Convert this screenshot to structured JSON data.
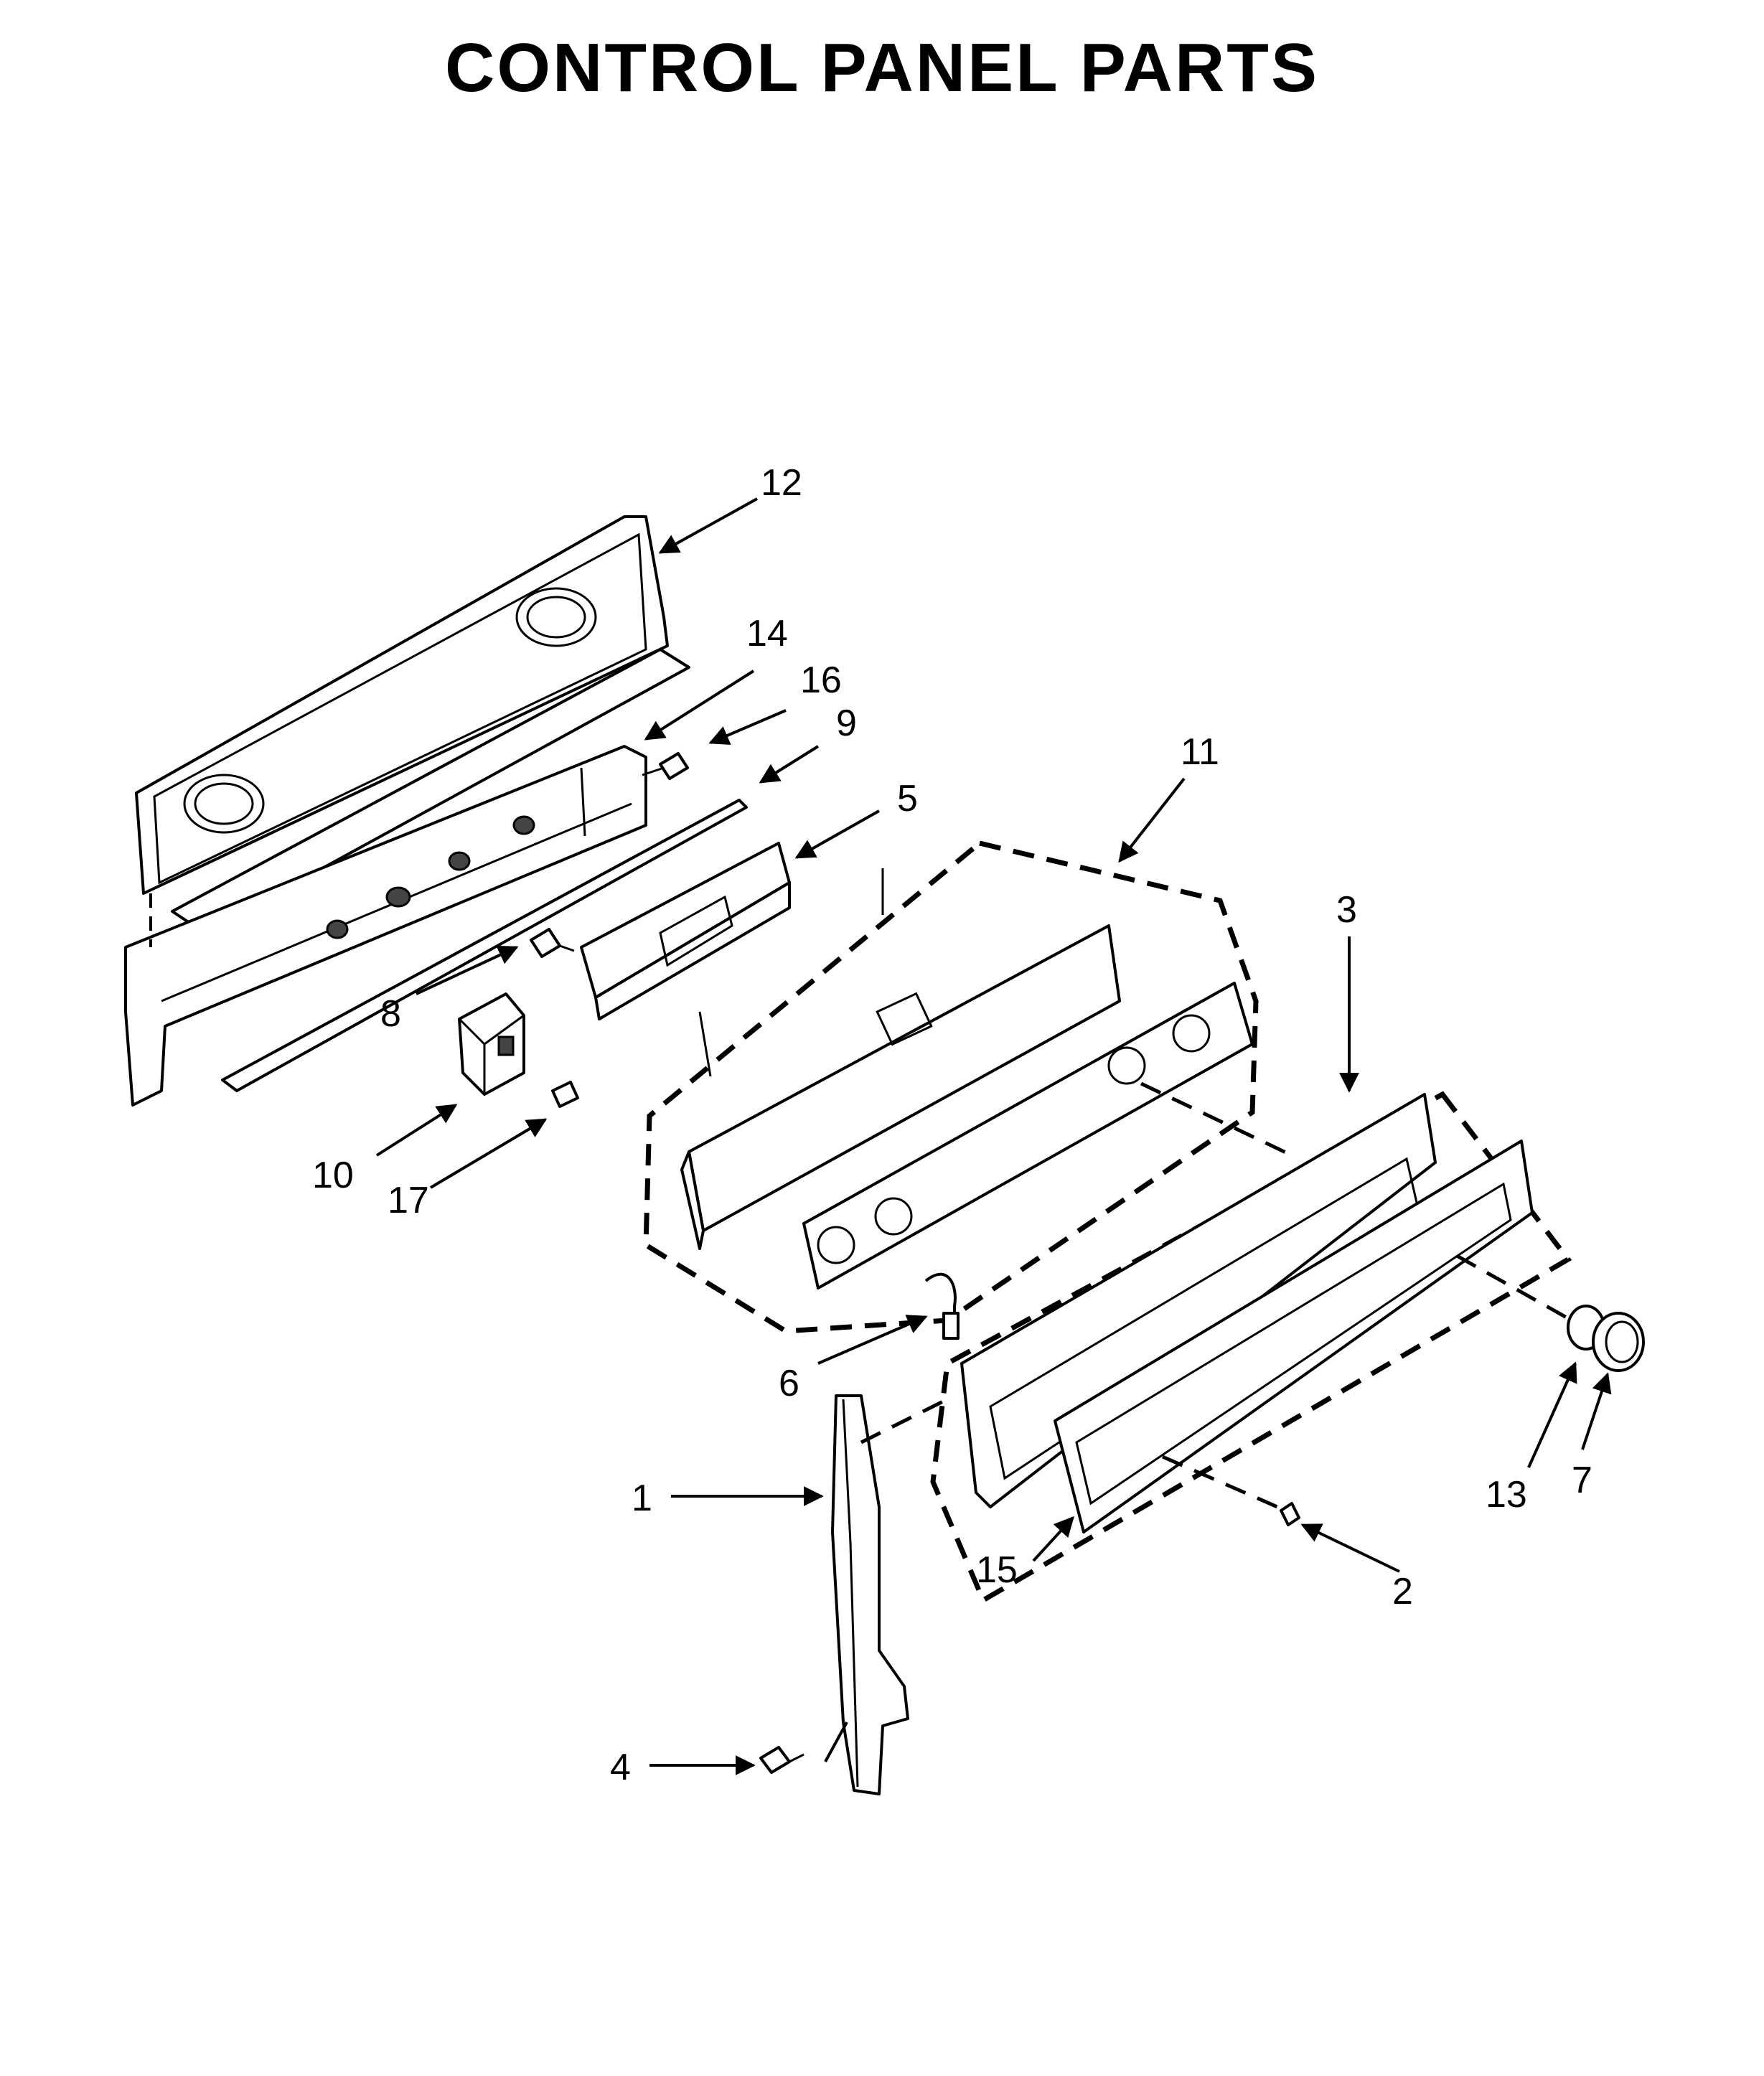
{
  "title": "CONTROL PANEL PARTS",
  "callouts": [
    "1",
    "2",
    "3",
    "4",
    "5",
    "6",
    "7",
    "8",
    "9",
    "10",
    "11",
    "12",
    "13",
    "14",
    "15",
    "16",
    "17"
  ]
}
